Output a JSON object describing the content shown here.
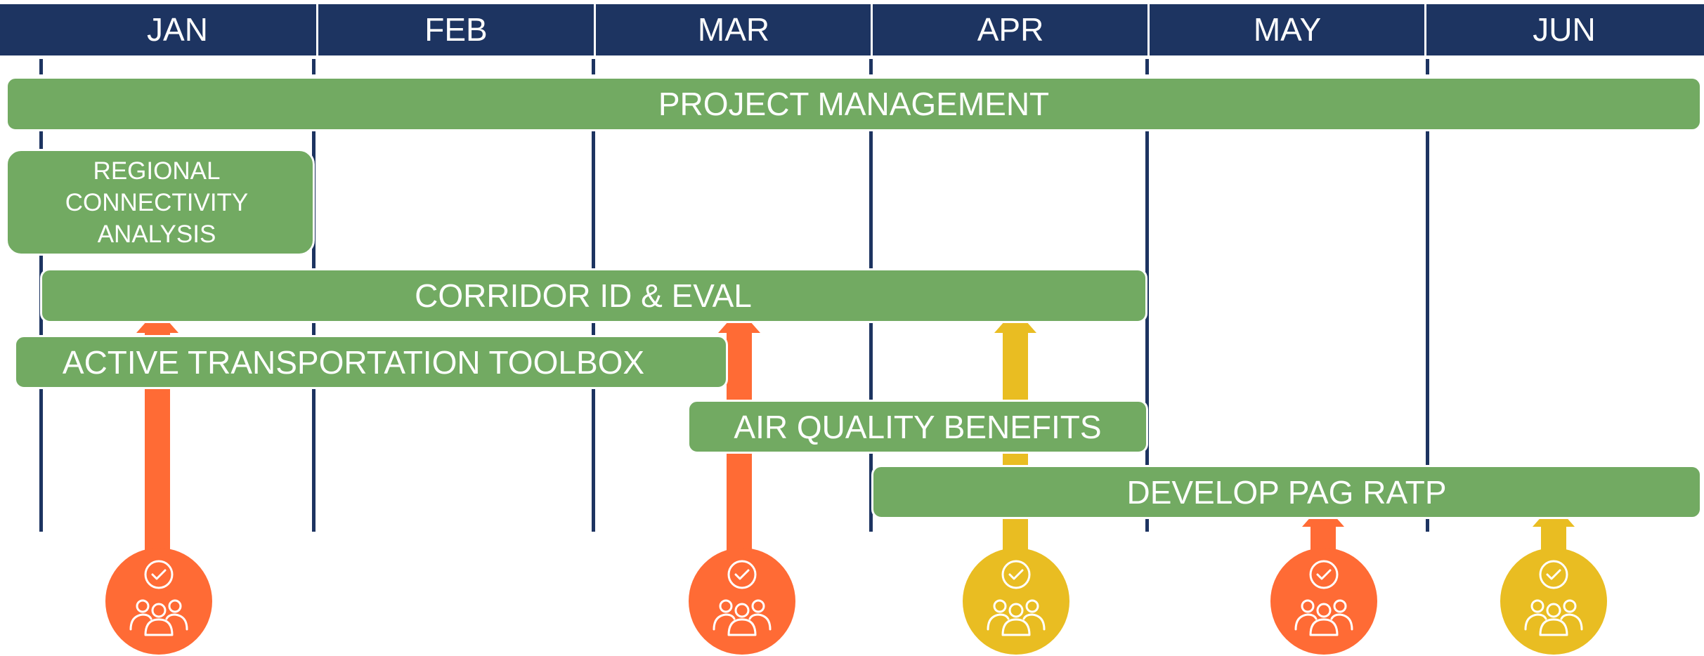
{
  "months": [
    "JAN",
    "FEB",
    "MAR",
    "APR",
    "MAY",
    "JUN"
  ],
  "tasks": {
    "project_management": "PROJECT MANAGEMENT",
    "regional_connectivity_lines": [
      "REGIONAL",
      "CONNECTIVITY",
      "ANALYSIS"
    ],
    "corridor_id_eval": "CORRIDOR ID & EVAL",
    "active_transportation_toolbox": "ACTIVE TRANSPORTATION TOOLBOX",
    "air_quality_benefits": "AIR QUALITY BENEFITS",
    "develop_pag_ratp": "DEVELOP PAG RATP"
  },
  "milestones": [
    {
      "color": "orange",
      "icon": "group-check-icon"
    },
    {
      "color": "orange",
      "icon": "group-check-icon"
    },
    {
      "color": "yellow",
      "icon": "group-check-icon"
    },
    {
      "color": "orange",
      "icon": "group-check-icon"
    },
    {
      "color": "yellow",
      "icon": "group-check-icon"
    }
  ],
  "colors": {
    "header": "#1d3461",
    "task_bar": "#72aa62",
    "orange": "#ff6b35",
    "yellow": "#e9bd22"
  }
}
